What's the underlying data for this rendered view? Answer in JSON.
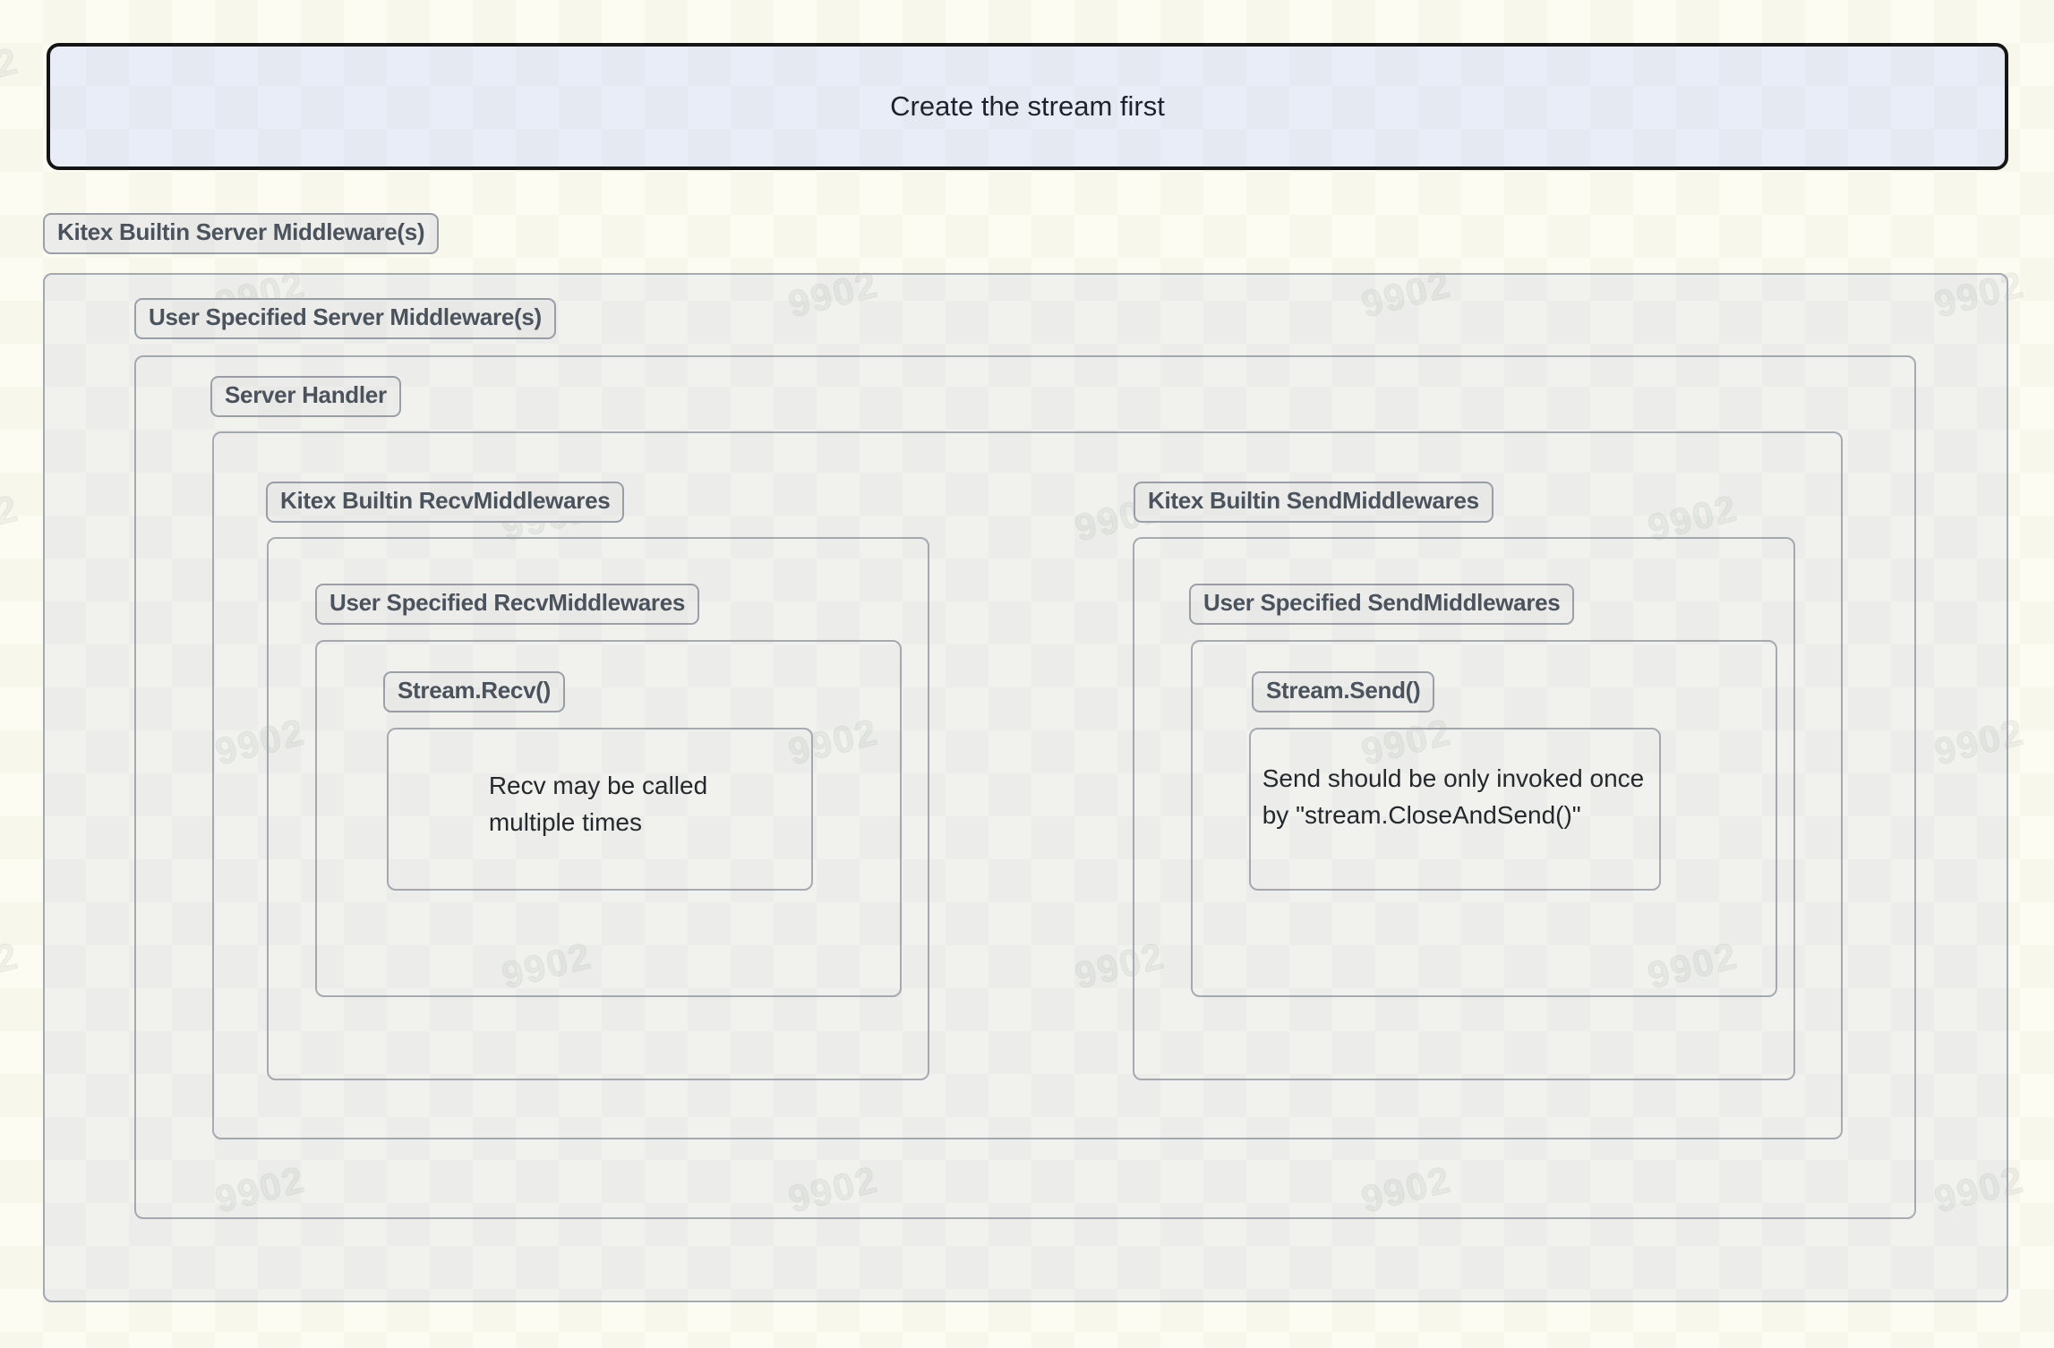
{
  "banner": {
    "label": "Create the stream first"
  },
  "diagram": {
    "outer_badge": "Kitex Builtin Server Middleware(s)",
    "user_server_badge": "User Specified Server Middleware(s)",
    "server_handler_badge": "Server Handler",
    "recv": {
      "builtin_badge": "Kitex Builtin RecvMiddlewares",
      "user_badge": "User Specified RecvMiddlewares",
      "stream_badge": "Stream.Recv()",
      "note_line1": "Recv may be called",
      "note_line2": "multiple times"
    },
    "send": {
      "builtin_badge": "Kitex Builtin SendMiddlewares",
      "user_badge": "User Specified SendMiddlewares",
      "stream_badge": "Stream.Send()",
      "note_line1": "Send should be only invoked once",
      "note_line2": "by \"stream.CloseAndSend()\""
    }
  },
  "watermark": {
    "text": "9902"
  },
  "colors": {
    "banner_bg": "#e9edf8",
    "banner_border": "#141414",
    "box_border": "#a6abb3",
    "badge_bg": "#ececeb",
    "badge_text": "#4a525c",
    "diagram_bg": "#f1f2ee",
    "page_bg": "#fdfcf2"
  }
}
